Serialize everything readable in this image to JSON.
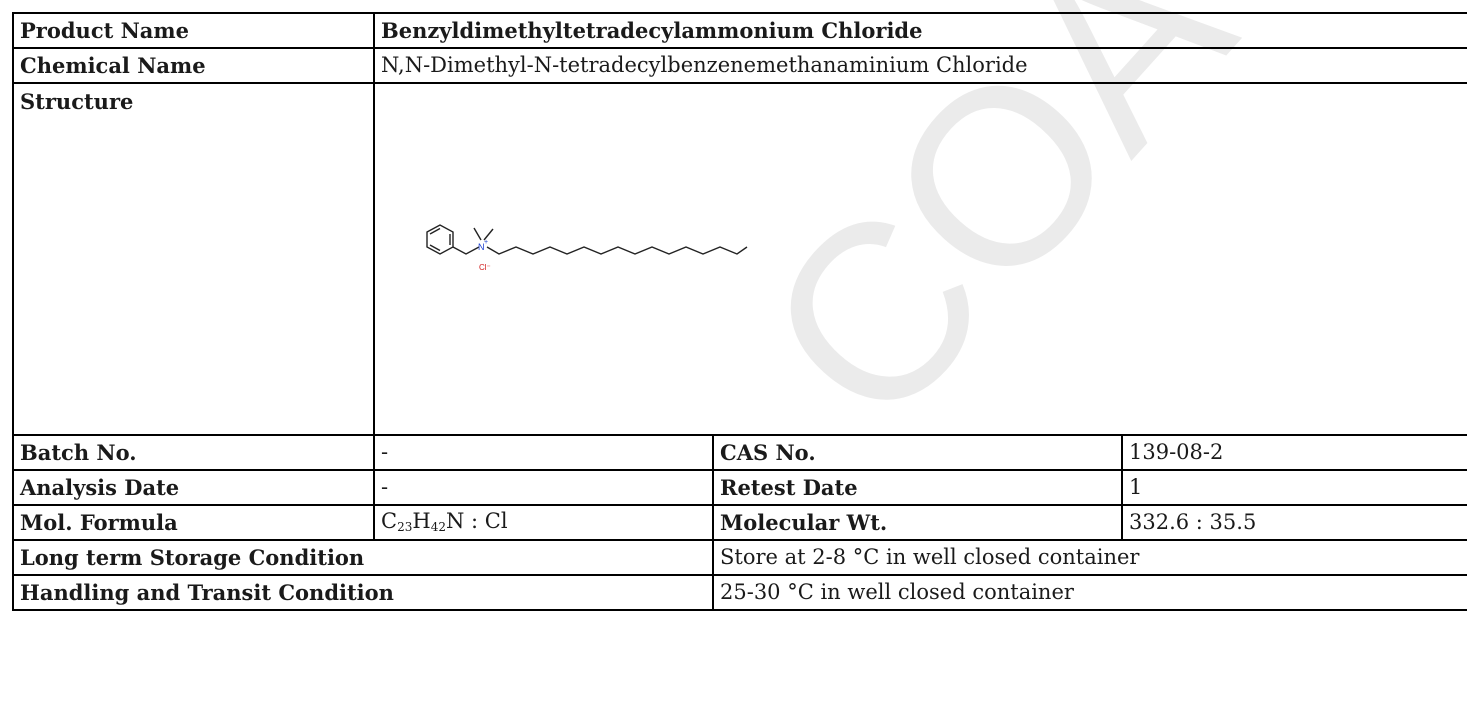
{
  "rows": {
    "product_name": {
      "label": "Product Name",
      "value": "Benzyldimethyltetradecylammonium Chloride"
    },
    "chemical_name": {
      "label": "Chemical Name",
      "value": "N,N-Dimethyl-N-tetradecylbenzenemethanaminium Chloride"
    },
    "structure": {
      "label": "Structure",
      "atom_n": "N",
      "atom_n_charge": "+",
      "counter_ion": "Cl⁻"
    },
    "batch": {
      "label": "Batch No.",
      "value": "-",
      "label2": "CAS No.",
      "value2": "139-08-2"
    },
    "analysis": {
      "label": "Analysis Date",
      "value": "-",
      "label2": "Retest Date",
      "value2": "1"
    },
    "formula": {
      "label": "Mol. Formula",
      "c": "C",
      "c_n": "23",
      "h": "H",
      "h_n": "42",
      "rest": "N : Cl",
      "label2": "Molecular Wt.",
      "value2": "332.6 : 35.5"
    },
    "storage": {
      "label": "Long term Storage Condition",
      "value": "Store at 2-8 °C in well closed container"
    },
    "handling": {
      "label": "Handling and Transit Condition",
      "value": "25-30 °C in well closed container"
    }
  },
  "watermark": {
    "text": "COA",
    "color": "#e9e9e9"
  },
  "colors": {
    "nitrogen": "#1a3fd1",
    "chlorine": "#d11a1a",
    "border": "#000000"
  }
}
